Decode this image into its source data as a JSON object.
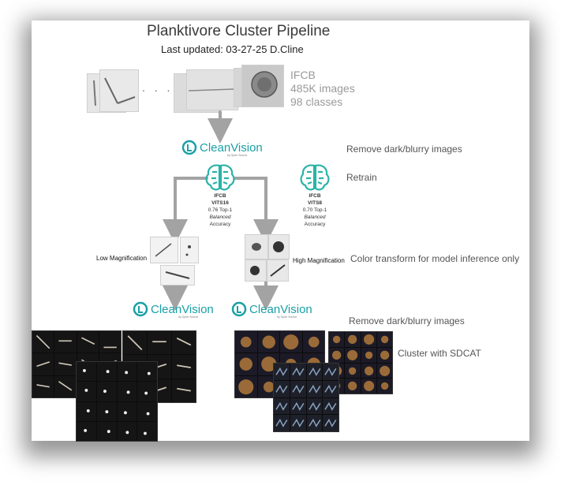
{
  "title": "Planktivore Cluster Pipeline",
  "subtitle": "Last updated: 03-27-25 D.Cline",
  "ifcb_stats": [
    "IFCB",
    "485K images",
    "98 classes"
  ],
  "dots": ". . .",
  "cleanvision": {
    "name": "CleanVision",
    "sub": "by Open Source"
  },
  "notes": {
    "remove_top": "Remove dark/blurry images",
    "retrain": "Retrain",
    "color_transform": "Color transform for model inference only",
    "remove_bottom": "Remove dark/blurry images",
    "cluster": "Cluster with SDCAT"
  },
  "labels": {
    "low_mag": "Low Magnification",
    "high_mag": "High Magnification"
  },
  "models": [
    {
      "line1": "IFCB",
      "line2": "VITS16",
      "line3": "0.76 Top-1",
      "line4": "Balanced",
      "line5": "Accuracy"
    },
    {
      "line1": "IFCB",
      "line2": "VITS8",
      "line3": "0.70 Top-1",
      "line4": "Balanced",
      "line5": "Accuracy"
    }
  ],
  "colors": {
    "teal": "#1aa0a6",
    "arrow": "#a3a3a3"
  }
}
